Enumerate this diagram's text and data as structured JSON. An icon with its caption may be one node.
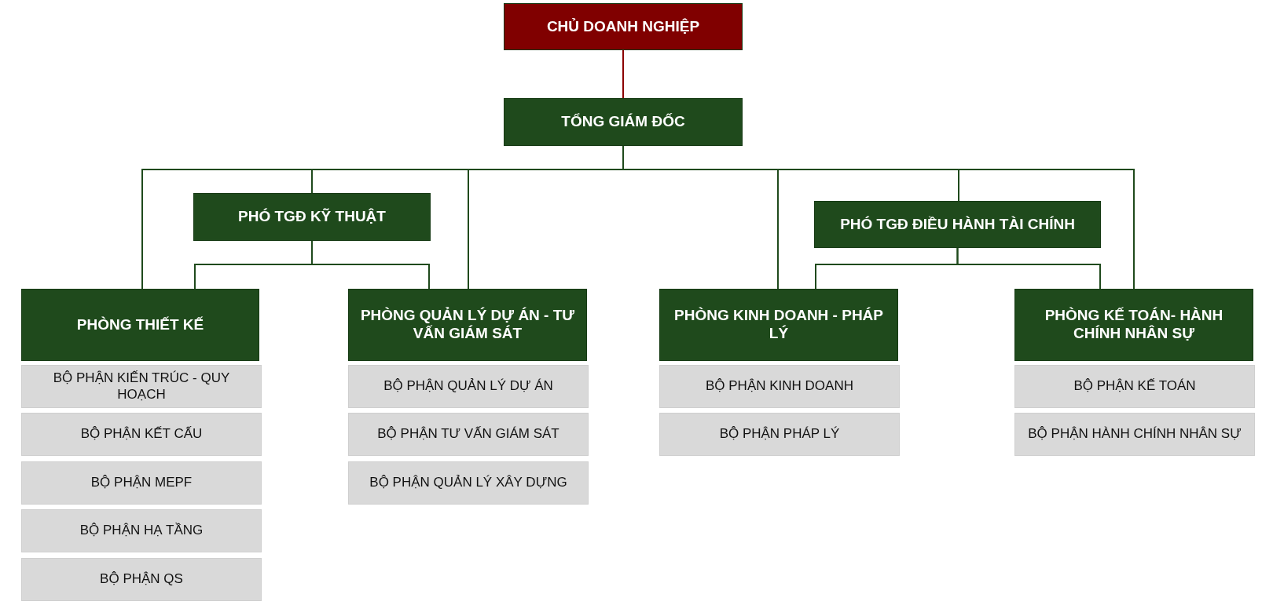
{
  "diagram": {
    "nodes": [
      {
        "text": [
          "CHỦ DOANH NGHIỆP"
        ]
      },
      {
        "text": [
          "TỔNG GIÁM ĐỐC"
        ]
      },
      {
        "text": [
          "PHÓ TGĐ KỸ THUẬT"
        ]
      },
      {
        "text": [
          "PHÓ TGĐ ĐIỀU HÀNH TÀI CHÍNH"
        ]
      },
      {
        "text": [
          "PHÒNG THIẾT KẾ"
        ]
      },
      {
        "text": [
          "PHÒNG QUẢN LÝ DỰ ÁN - TƯ VẤN GIÁM SÁT"
        ]
      },
      {
        "text": [
          "PHÒNG KINH DOANH - PHÁP LÝ"
        ]
      },
      {
        "text": [
          "PHÒNG KẾ TOÁN- HÀNH CHÍNH NHÂN SỰ"
        ]
      },
      {
        "text": [
          "BỘ PHẬN KIẾN TRÚC - QUY HOẠCH"
        ]
      },
      {
        "text": [
          "BỘ PHẬN KẾT CẤU"
        ]
      },
      {
        "text": [
          "BỘ PHẬN MEPF"
        ]
      },
      {
        "text": [
          "BỘ PHẬN HẠ TẦNG"
        ]
      },
      {
        "text": [
          "BỘ PHẬN QS"
        ]
      },
      {
        "text": [
          "BỘ PHẬN QUẢN LÝ DỰ ÁN"
        ]
      },
      {
        "text": [
          "BỘ PHẬN TƯ VẤN GIÁM SÁT"
        ]
      },
      {
        "text": [
          "BỘ PHẬN QUẢN LÝ XÂY DỰNG"
        ]
      },
      {
        "text": [
          "BỘ PHẬN KINH DOANH"
        ]
      },
      {
        "text": [
          "BỘ PHẬN PHÁP LÝ"
        ]
      },
      {
        "text": [
          "BỘ PHẬN KẾ TOÁN"
        ]
      },
      {
        "text": [
          "BỘ PHẬN HÀNH CHÍNH NHÂN SỰ"
        ]
      }
    ],
    "edges": [
      {
        "from": 0,
        "to": 1,
        "arrow": "none",
        "color": "#8b0000"
      },
      {
        "from": 1,
        "to": 4,
        "arrow": "none"
      },
      {
        "from": 1,
        "to": 2,
        "arrow": "none"
      },
      {
        "from": 1,
        "to": 5,
        "arrow": "none"
      },
      {
        "from": 1,
        "to": 6,
        "arrow": "none"
      },
      {
        "from": 1,
        "to": 3,
        "arrow": "none"
      },
      {
        "from": 1,
        "to": 7,
        "arrow": "none"
      },
      {
        "from": 2,
        "to": 4,
        "arrow": "none"
      },
      {
        "from": 2,
        "to": 5,
        "arrow": "none"
      },
      {
        "from": 3,
        "to": 6,
        "arrow": "none"
      },
      {
        "from": 3,
        "to": 7,
        "arrow": "none"
      }
    ]
  }
}
